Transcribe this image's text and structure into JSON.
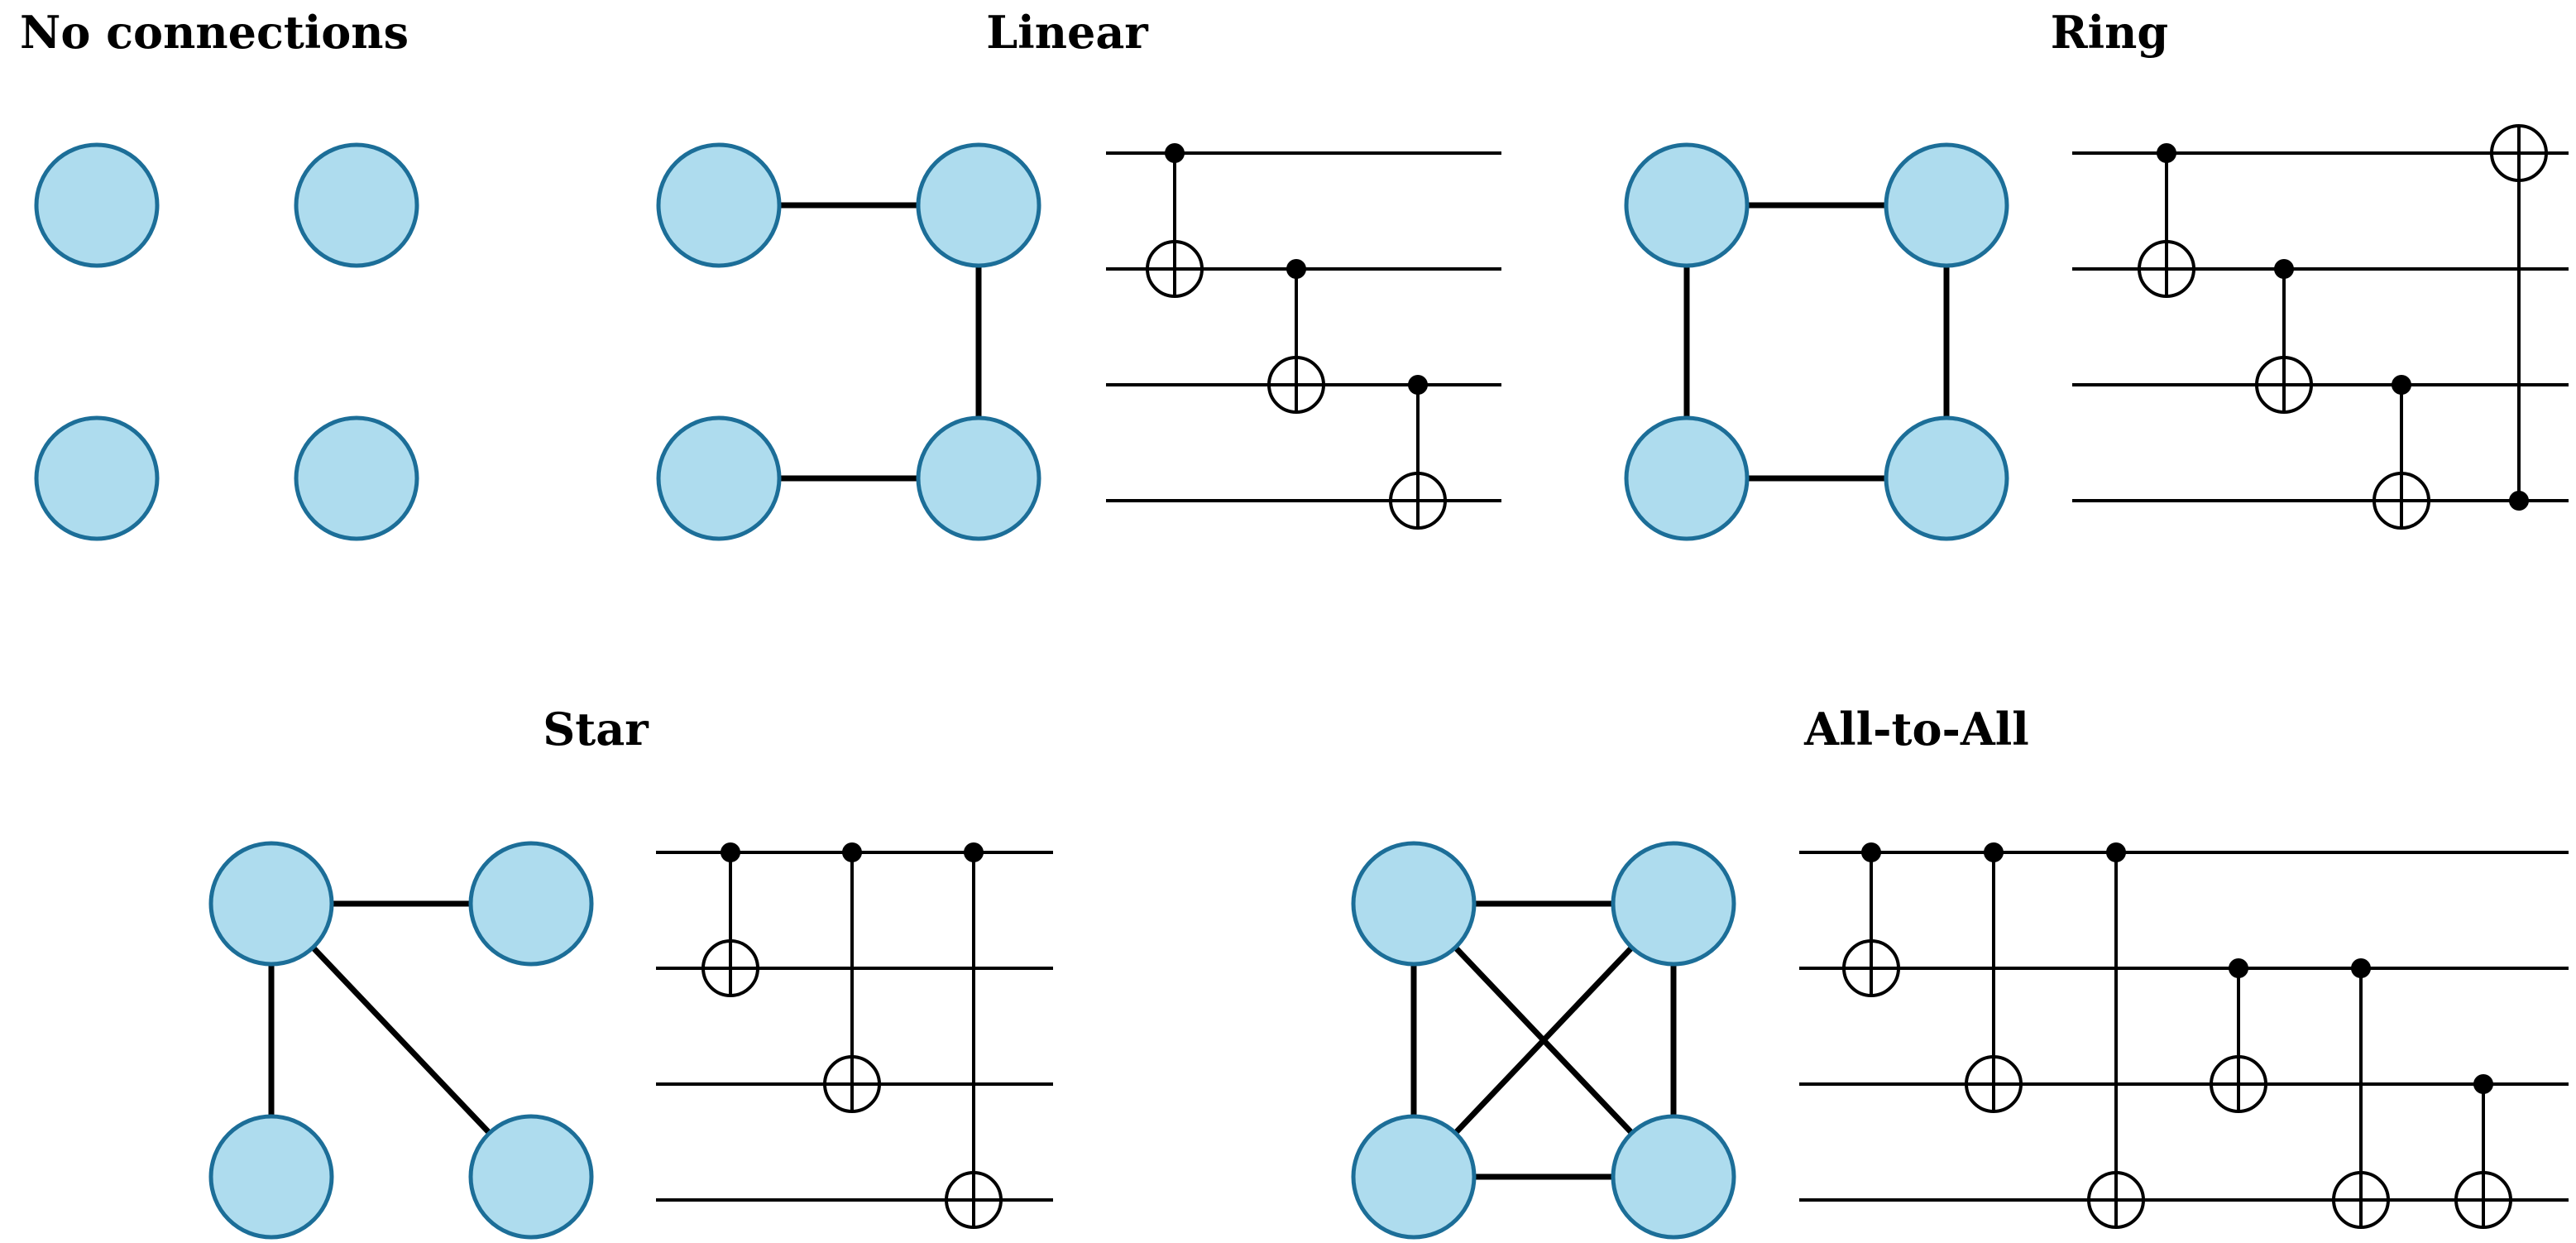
{
  "colors": {
    "node_fill": "#aedcee",
    "node_stroke": "#1c6e98",
    "line": "#000000",
    "background": "#ffffff"
  },
  "panels": [
    {
      "key": "no-connections",
      "title": "No connections",
      "edges": [],
      "gates": []
    },
    {
      "key": "linear",
      "title": "Linear",
      "edges": [
        [
          0,
          1
        ],
        [
          1,
          3
        ],
        [
          3,
          2
        ]
      ],
      "gates": [
        [
          0,
          1
        ],
        [
          1,
          2
        ],
        [
          2,
          3
        ]
      ]
    },
    {
      "key": "ring",
      "title": "Ring",
      "edges": [
        [
          0,
          1
        ],
        [
          1,
          3
        ],
        [
          3,
          2
        ],
        [
          2,
          0
        ]
      ],
      "gates": [
        [
          0,
          1
        ],
        [
          1,
          2
        ],
        [
          2,
          3
        ],
        [
          3,
          0
        ]
      ]
    },
    {
      "key": "star",
      "title": "Star",
      "edges": [
        [
          0,
          1
        ],
        [
          0,
          2
        ],
        [
          0,
          3
        ]
      ],
      "gates": [
        [
          0,
          1
        ],
        [
          0,
          2
        ],
        [
          0,
          3
        ]
      ]
    },
    {
      "key": "all-to-all",
      "title": "All-to-All",
      "edges": [
        [
          0,
          1
        ],
        [
          0,
          2
        ],
        [
          0,
          3
        ],
        [
          1,
          2
        ],
        [
          1,
          3
        ],
        [
          2,
          3
        ]
      ],
      "gates": [
        [
          0,
          1
        ],
        [
          0,
          2
        ],
        [
          0,
          3
        ],
        [
          1,
          2
        ],
        [
          1,
          3
        ],
        [
          2,
          3
        ]
      ]
    }
  ]
}
